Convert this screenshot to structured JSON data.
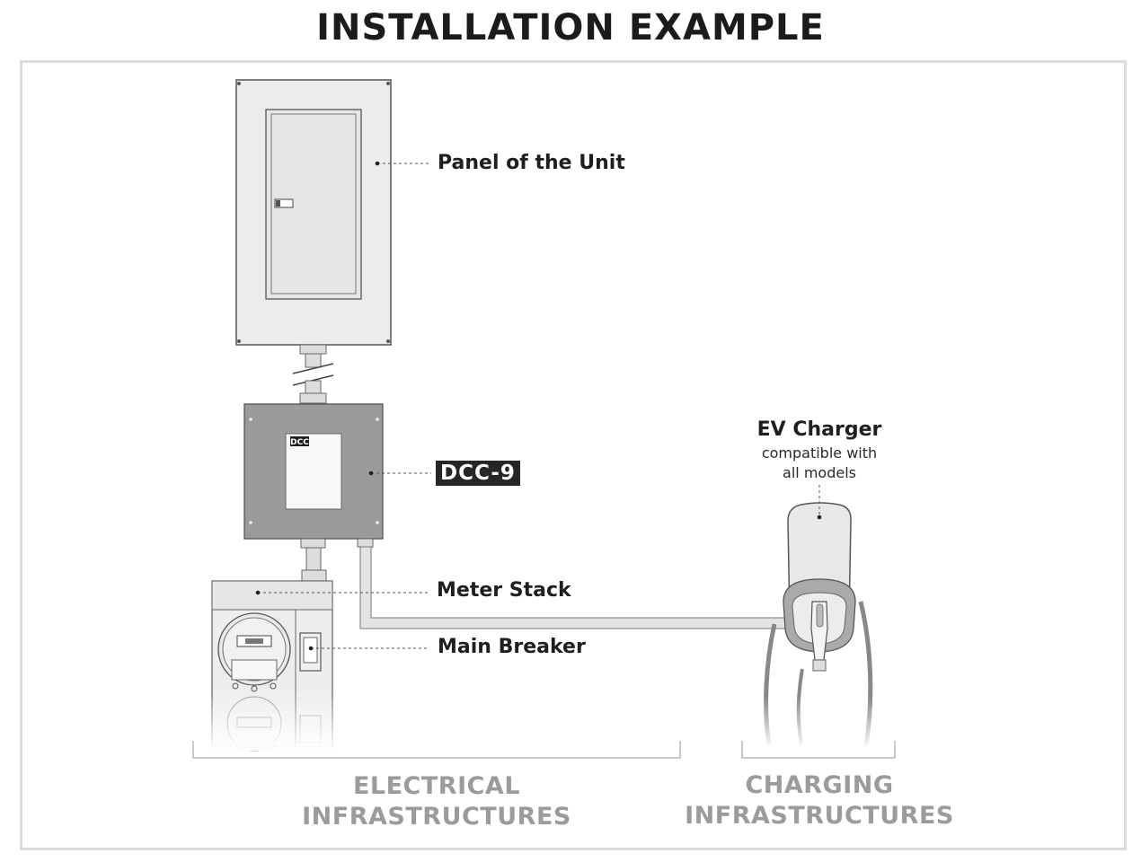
{
  "title": "INSTALLATION EXAMPLE",
  "callouts": {
    "panel": "Panel of the Unit",
    "dcc": "DCC-9",
    "meter_stack": "Meter Stack",
    "main_breaker": "Main Breaker"
  },
  "ev_charger": {
    "title": "EV Charger",
    "subtitle_line1": "compatible with",
    "subtitle_line2": "all models"
  },
  "device_badge": "DCC",
  "groups": {
    "electrical_line1": "ELECTRICAL",
    "electrical_line2": "INFRASTRUCTURES",
    "charging_line1": "CHARGING",
    "charging_line2": "INFRASTRUCTURES"
  },
  "colors": {
    "dcc_box": "#9a9a9a",
    "panel_fill": "#ececec",
    "group_label": "#9b9b9b",
    "frame": "#dddcd6"
  },
  "icons": [
    "electrical-panel-icon",
    "dcc-device-icon",
    "meter-stack-icon",
    "ev-charger-icon"
  ]
}
